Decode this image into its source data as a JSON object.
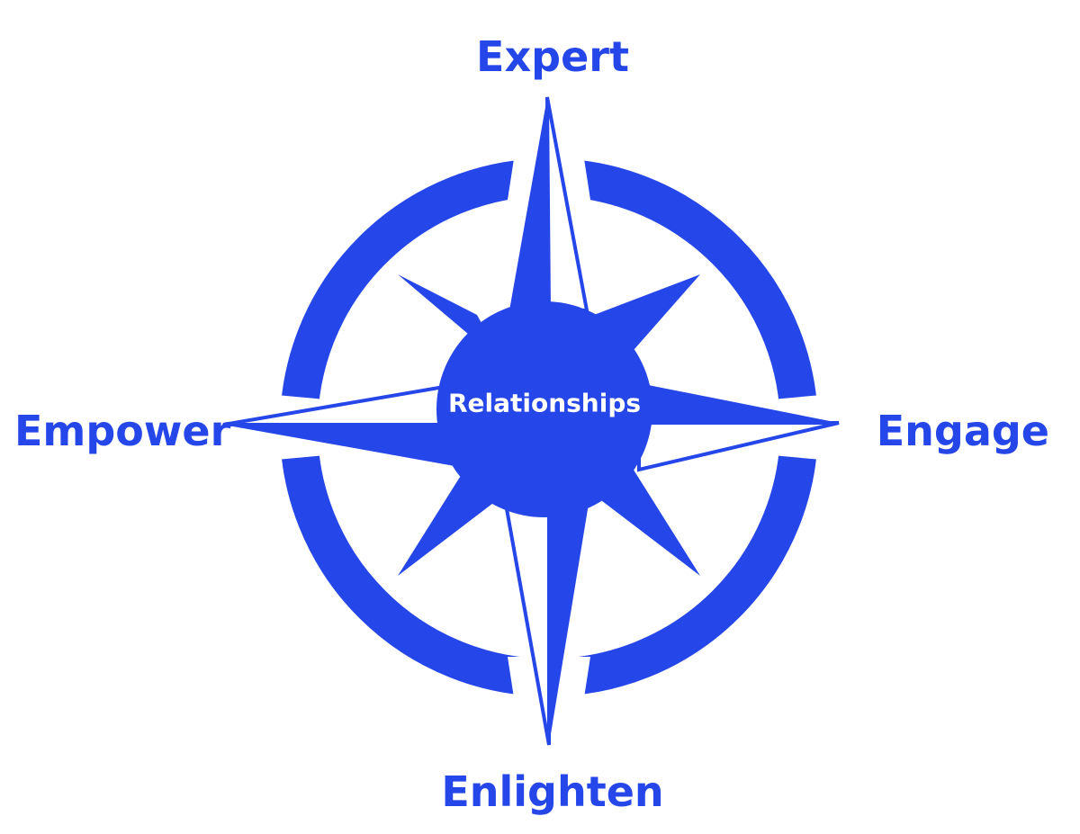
{
  "colors": {
    "primary": "#2546e8",
    "background": "#ffffff",
    "center_text": "#ffffff"
  },
  "labels": {
    "north": "Expert",
    "east": "Engage",
    "south": "Enlighten",
    "west": "Empower",
    "center": "Relationships"
  }
}
